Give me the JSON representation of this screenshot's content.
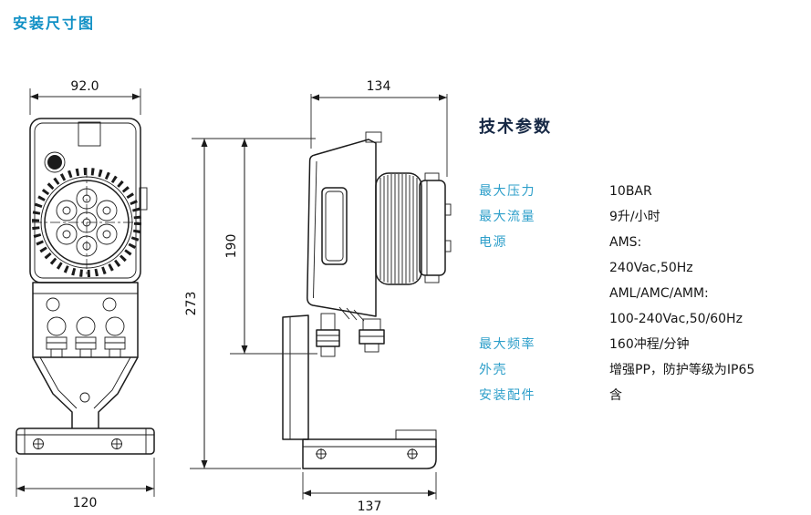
{
  "page": {
    "title": "安装尺寸图"
  },
  "front_view": {
    "dim_top": "92.0",
    "dim_bottom": "120"
  },
  "side_view": {
    "dim_top": "134",
    "dim_height_pump": "190",
    "dim_height_total": "273",
    "dim_bottom": "137"
  },
  "specs": {
    "heading": "技术参数",
    "rows": [
      {
        "label": "最大压力",
        "lines": [
          "10BAR"
        ]
      },
      {
        "label": "最大流量",
        "lines": [
          "9升/小时"
        ]
      },
      {
        "label": "电源",
        "lines": [
          "AMS:",
          "240Vac,50Hz",
          "AML/AMC/AMM:",
          "100-240Vac,50/60Hz"
        ]
      },
      {
        "label": "最大频率",
        "lines": [
          "160冲程/分钟"
        ]
      },
      {
        "label": "外壳",
        "lines": [
          "增强PP，防护等级为IP65"
        ]
      },
      {
        "label": "安装配件",
        "lines": [
          "含"
        ]
      }
    ]
  },
  "colors": {
    "accent_title": "#1090c5",
    "label_blue": "#2e9fca",
    "heading_navy": "#152744",
    "line_color": "#1b1b1b"
  }
}
